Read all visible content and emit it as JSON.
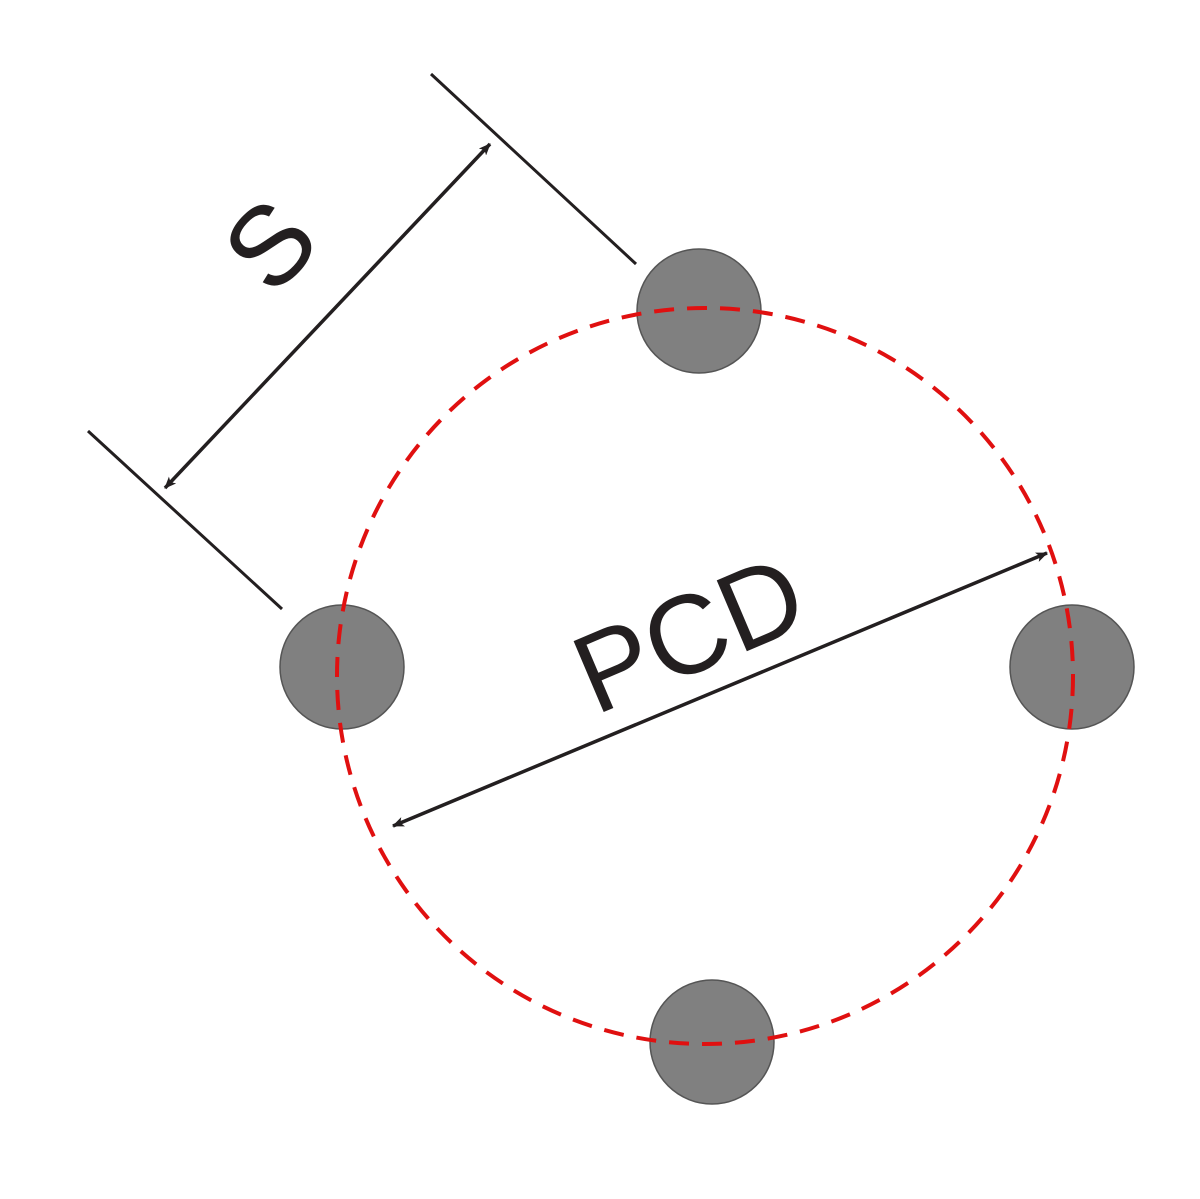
{
  "labels": {
    "spacing": "S",
    "pitch_circle_diameter": "PCD"
  },
  "colors": {
    "background": "#ffffff",
    "pitch_circle": "#e01010",
    "holes_fill": "#808080",
    "holes_stroke": "#555555",
    "dimension_lines": "#231f20"
  },
  "icons": {
    "arrowhead": "arrow-marker"
  }
}
